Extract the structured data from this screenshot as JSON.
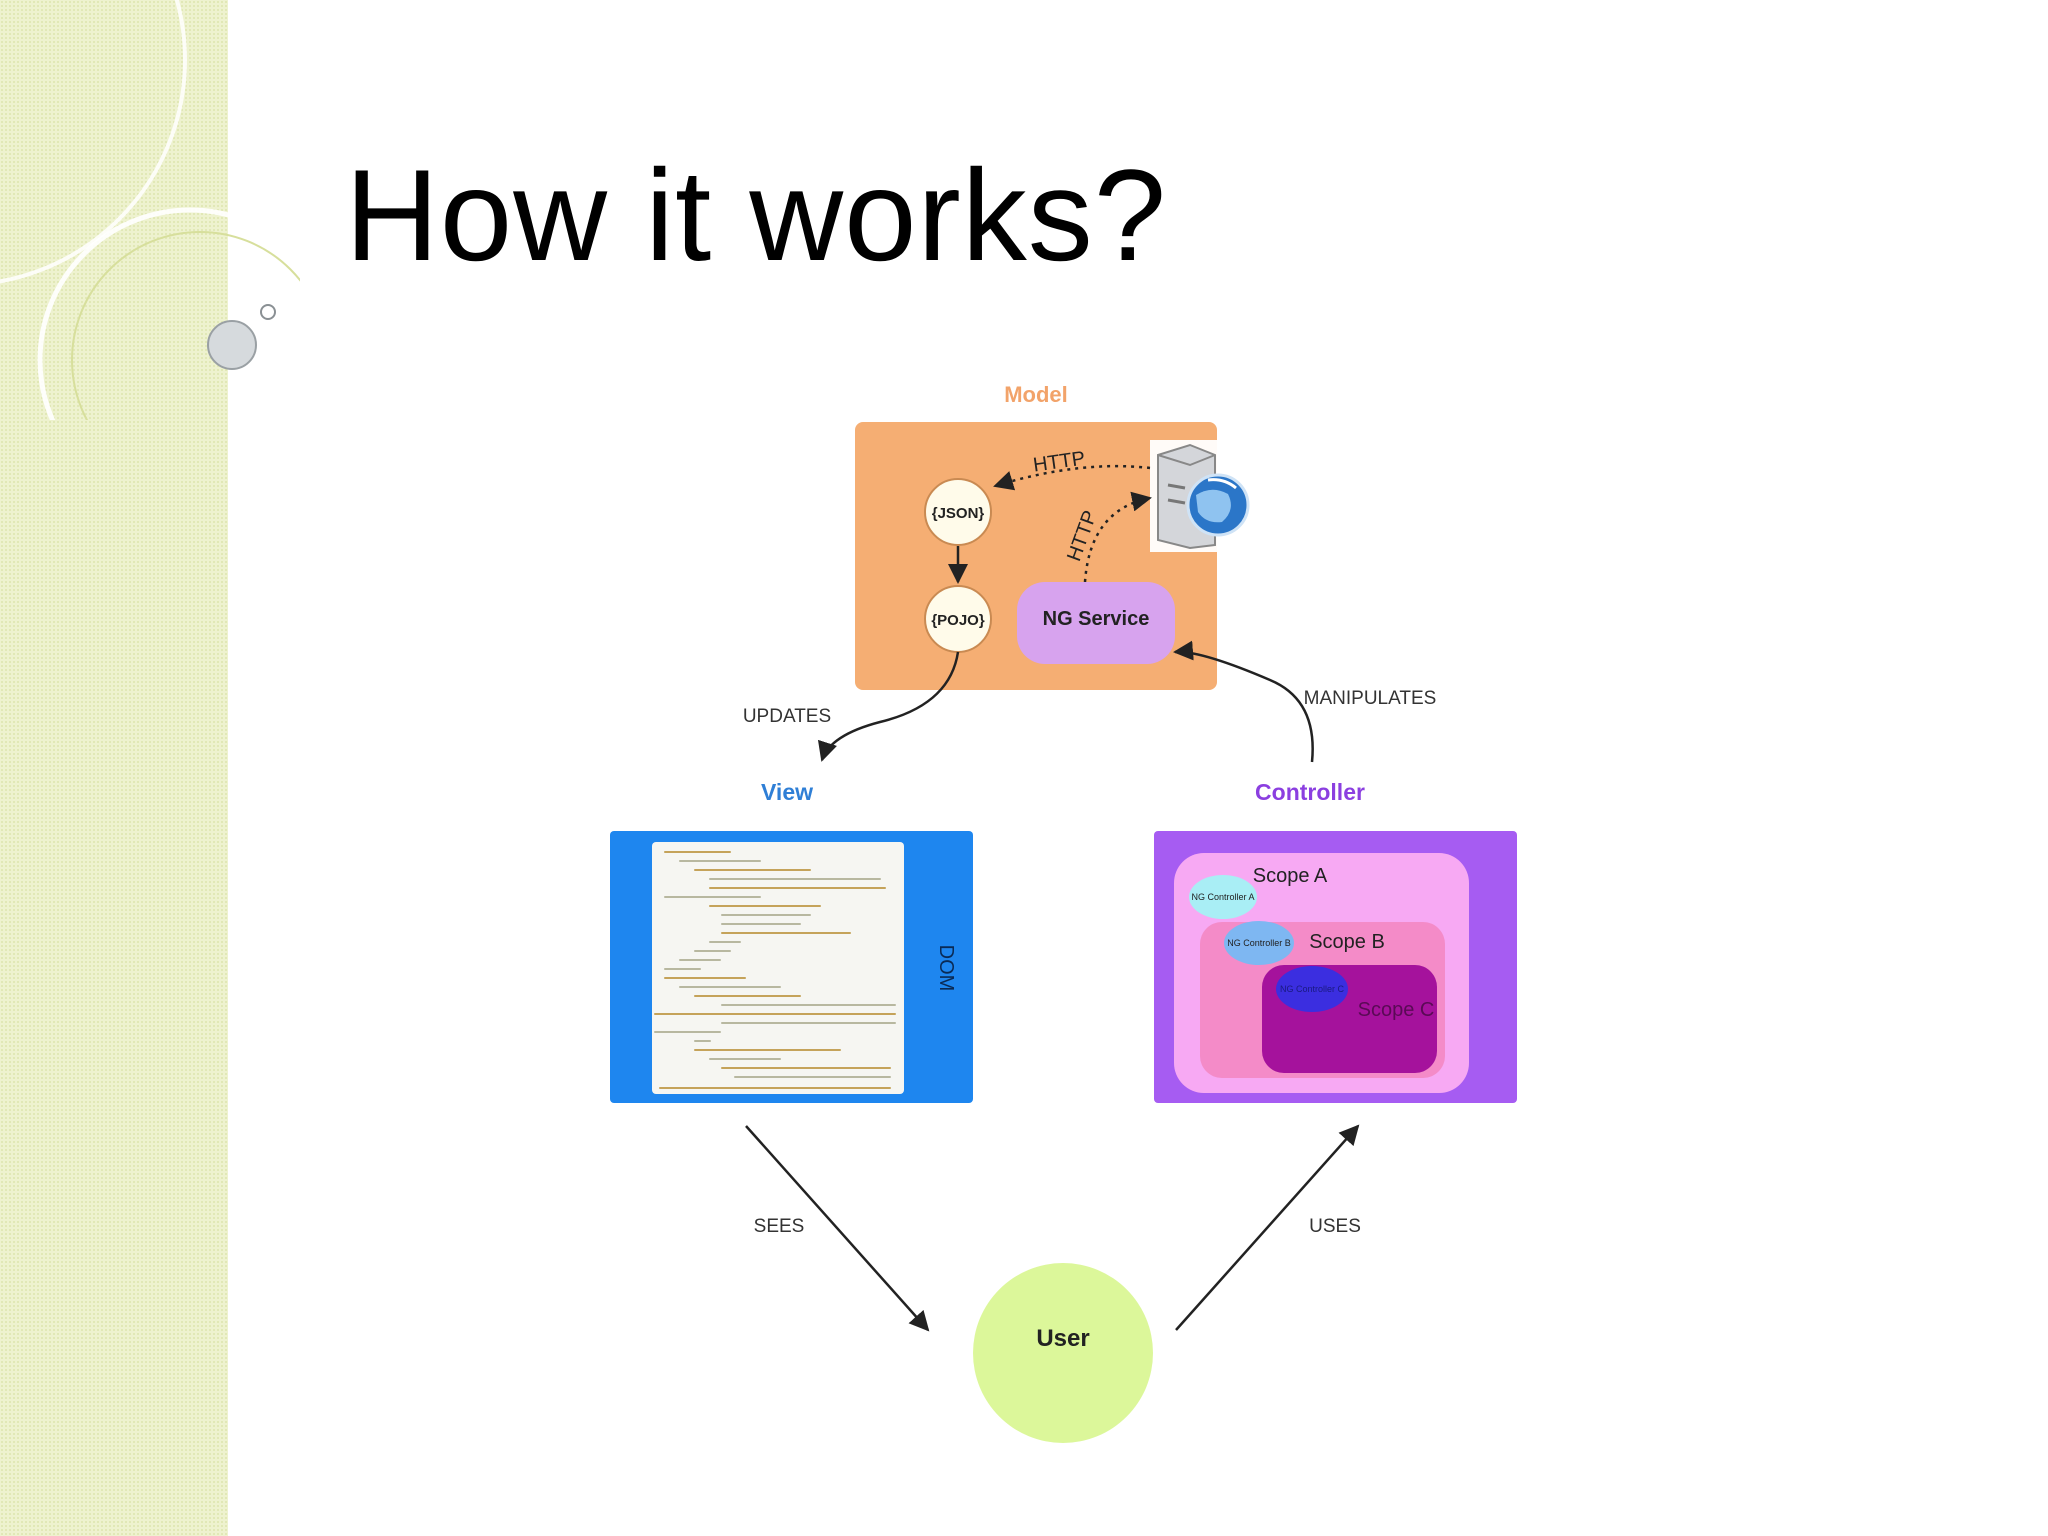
{
  "slide": {
    "title": "How it works?"
  },
  "diagram": {
    "model": {
      "label": "Model",
      "color": "#f0a870"
    },
    "json": {
      "label": "{JSON}"
    },
    "pojo": {
      "label": "{POJO}"
    },
    "ng_service": {
      "label": "NG Service"
    },
    "http_top": {
      "label": "HTTP"
    },
    "http_side": {
      "label": "HTTP"
    },
    "server": {
      "icon": "server-globe-icon"
    },
    "updates": {
      "label": "UPDATES"
    },
    "manipulates": {
      "label": "MANIPULATES"
    },
    "view": {
      "label": "View",
      "color": "#2f7fd6",
      "dom_label": "DOM"
    },
    "controller": {
      "label": "Controller",
      "color": "#8b3fe0"
    },
    "scope_a": {
      "label": "Scope A",
      "controller": "NG Controller A"
    },
    "scope_b": {
      "label": "Scope B",
      "controller": "NG Controller B"
    },
    "scope_c": {
      "label": "Scope C",
      "controller": "NG Controller C"
    },
    "sees": {
      "label": "SEES"
    },
    "uses": {
      "label": "USES"
    },
    "user": {
      "label": "User"
    }
  }
}
